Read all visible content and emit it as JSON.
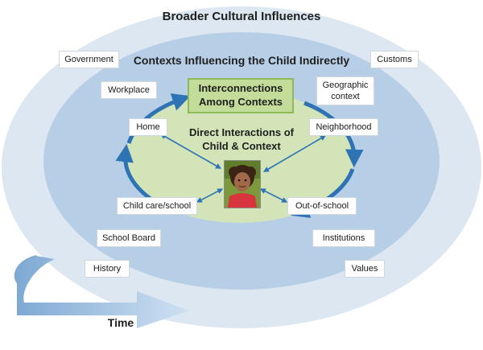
{
  "titles": {
    "outer": "Broader Cultural Influences",
    "middle": "Contexts Influencing the Child Indirectly",
    "inner_box": "Interconnections Among Contexts",
    "inner_line1": "Direct Interactions of",
    "inner_line2": "Child & Context",
    "time": "Time"
  },
  "outer_labels": {
    "government": "Government",
    "customs": "Customs",
    "history": "History",
    "values": "Values"
  },
  "middle_labels": {
    "workplace": "Workplace",
    "geographic_line1": "Geographic",
    "geographic_line2": "context",
    "school_board": "School Board",
    "institutions": "Institutions"
  },
  "inner_labels": {
    "home": "Home",
    "neighborhood": "Neighborhood",
    "child_care": "Child care/school",
    "out_of_school": "Out-of-school"
  },
  "colors": {
    "outer_ring": "#dde7f1",
    "middle_ring": "#b7cfe6",
    "inner_ellipse": "#d3e4b8",
    "cycle_arrows": "#2e74b5",
    "green_box_fill": "#c3dc9a",
    "time_arrow": "#9cbfe0"
  },
  "icons": {
    "child_photo": "child-photo",
    "cycle": "cycle-arrows",
    "link_arrows": "double-headed-arrow"
  }
}
